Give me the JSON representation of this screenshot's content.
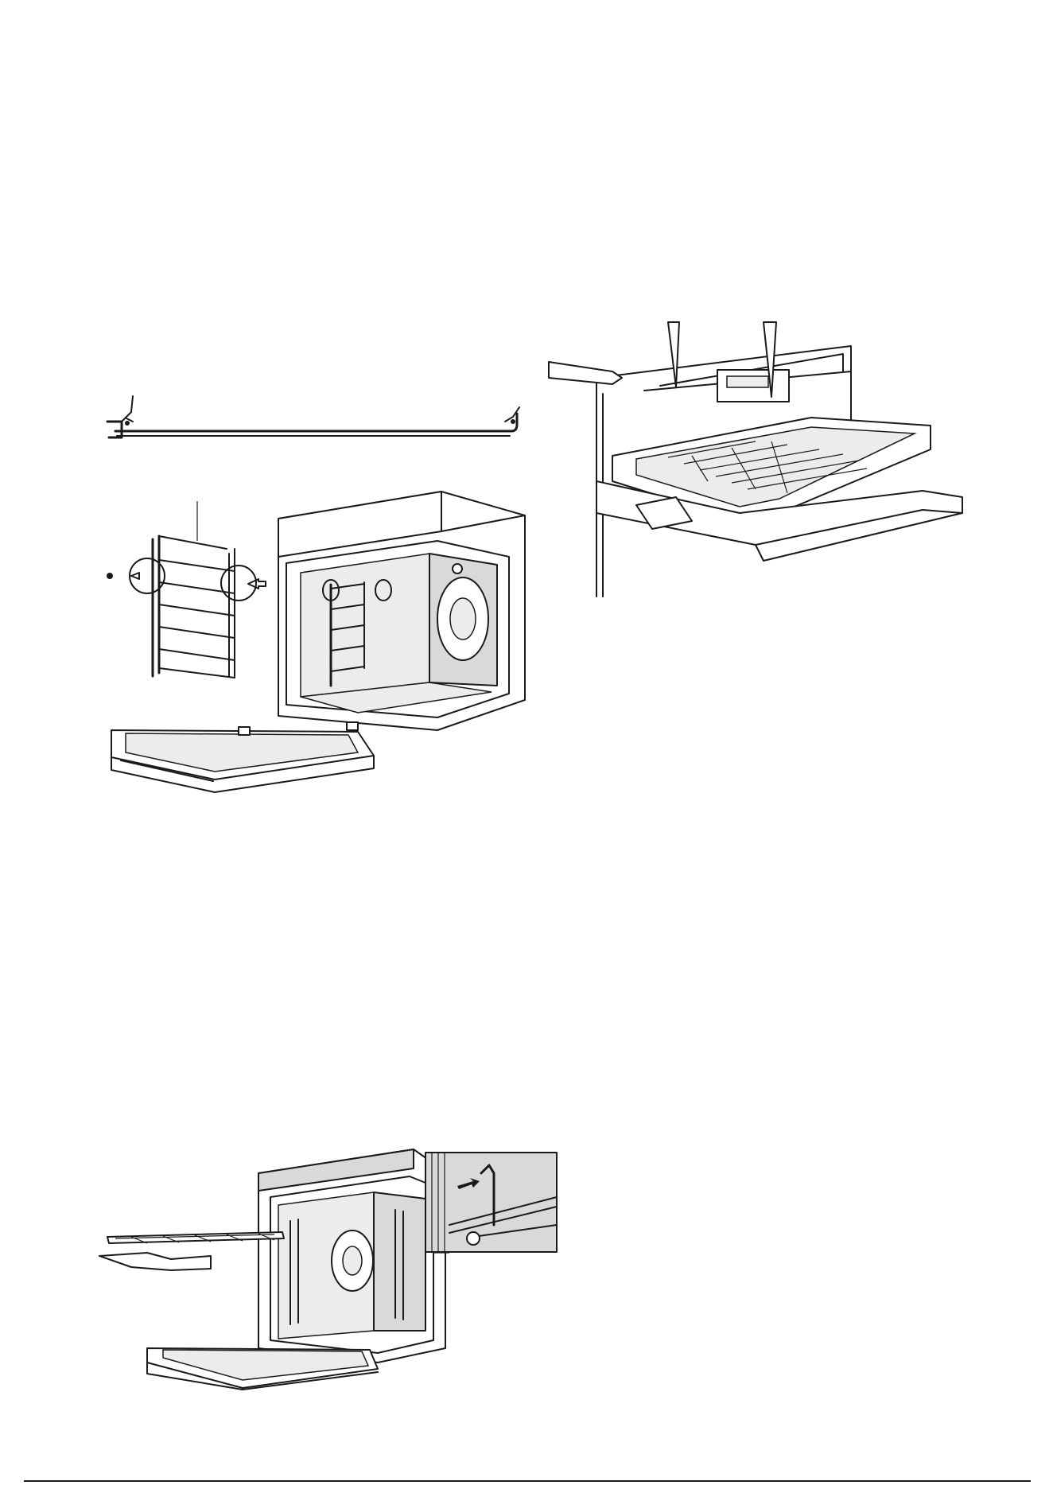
{
  "page": {
    "footer_text": "",
    "colors": {
      "line": "#1a1a1a",
      "panel_gray": "#d9d9d9",
      "paper": "#ffffff"
    }
  },
  "figures": [
    {
      "id": "rail-hanger-bar",
      "icon": "wire-rail-illustration"
    },
    {
      "id": "side-rack-removal",
      "icon": "oven-side-rack-illustration"
    },
    {
      "id": "tray-on-telescopic-runners",
      "icon": "baking-tray-illustration"
    },
    {
      "id": "shelf-insertion",
      "icon": "oven-shelf-insertion-illustration"
    }
  ]
}
